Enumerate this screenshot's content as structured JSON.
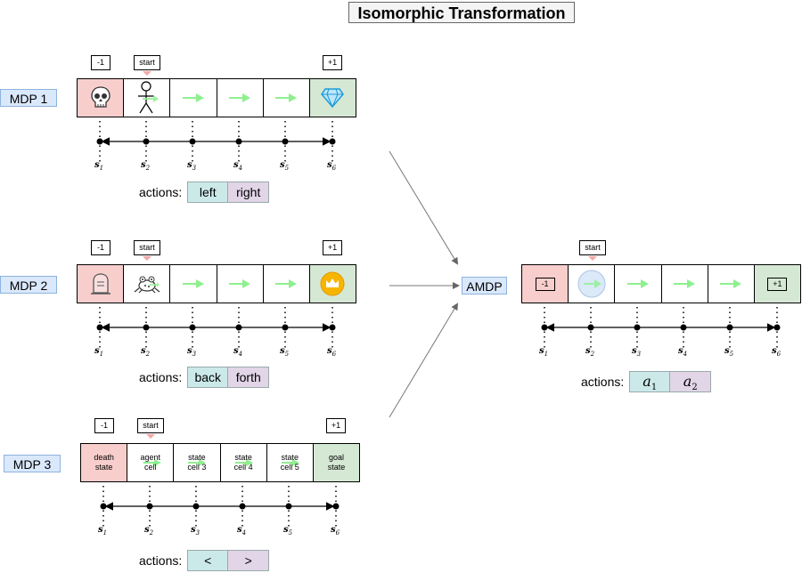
{
  "title": "Isomorphic Transformation",
  "mdps": [
    {
      "label": "MDP 1",
      "left_reward": "-1",
      "start_tag": "start",
      "right_reward": "+1",
      "cells": [
        "skull-icon",
        "stick-figure-icon",
        "arrow",
        "arrow",
        "arrow",
        "diamond-icon"
      ],
      "actions_label": "actions:",
      "action_a": "left",
      "action_b": "right"
    },
    {
      "label": "MDP 2",
      "left_reward": "-1",
      "start_tag": "start",
      "right_reward": "+1",
      "cells": [
        "tombstone-icon",
        "frog-icon",
        "arrow",
        "arrow",
        "arrow",
        "crown-coin-icon"
      ],
      "actions_label": "actions:",
      "action_a": "back",
      "action_b": "forth"
    },
    {
      "label": "MDP 3",
      "left_reward": "-1",
      "start_tag": "start",
      "right_reward": "+1",
      "cells": [
        "death\nstate",
        "agent\ncell",
        "state\ncell 3",
        "state\ncell 4",
        "state\ncell 5",
        "goal\nstate"
      ],
      "actions_label": "actions:",
      "action_a": "<",
      "action_b": ">"
    }
  ],
  "amdp": {
    "label": "AMDP",
    "start_tag": "start",
    "left_box": "-1",
    "right_box": "+1",
    "actions_label": "actions:",
    "action_a": "a",
    "action_a_sub": "1",
    "action_b": "a",
    "action_b_sub": "2"
  },
  "states": [
    "s",
    "s",
    "s",
    "s",
    "s",
    "s"
  ],
  "state_subs": [
    "1",
    "2",
    "3",
    "4",
    "5",
    "6"
  ],
  "colors": {
    "red": "#f8cecc",
    "green": "#d5e8d4",
    "blue": "#dae8fc",
    "teal": "#cce9ea",
    "purple": "#e1d5e7",
    "arrow": "#8ef08e"
  }
}
